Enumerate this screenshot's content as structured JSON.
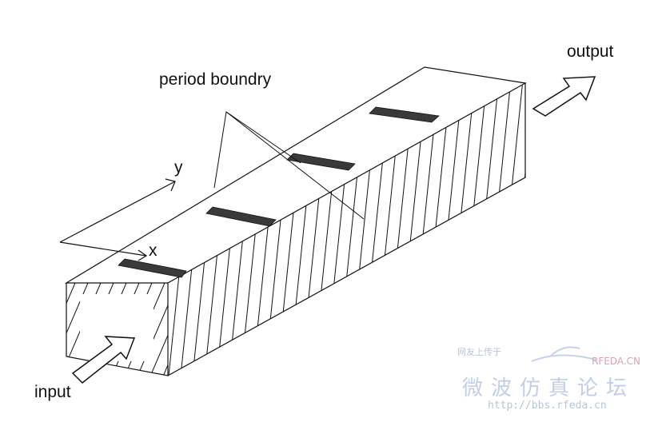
{
  "labels": {
    "output": "output",
    "input": "input",
    "period_boundary": "period boundry",
    "axis_y": "y",
    "axis_x": "x"
  },
  "watermark": {
    "line1": "网友上传于",
    "brand": "RFEDA.CN",
    "title": "微波仿真论坛",
    "url": "http://bbs.rfeda.cn"
  },
  "colors": {
    "stroke": "#111111",
    "slot": "#3a3a3a",
    "watermark": "#b8c4dc",
    "watermark_brand": "#e0a0b8"
  },
  "icons": {
    "input_arrow": "arrow-up-right-icon",
    "output_arrow": "arrow-up-right-icon"
  }
}
